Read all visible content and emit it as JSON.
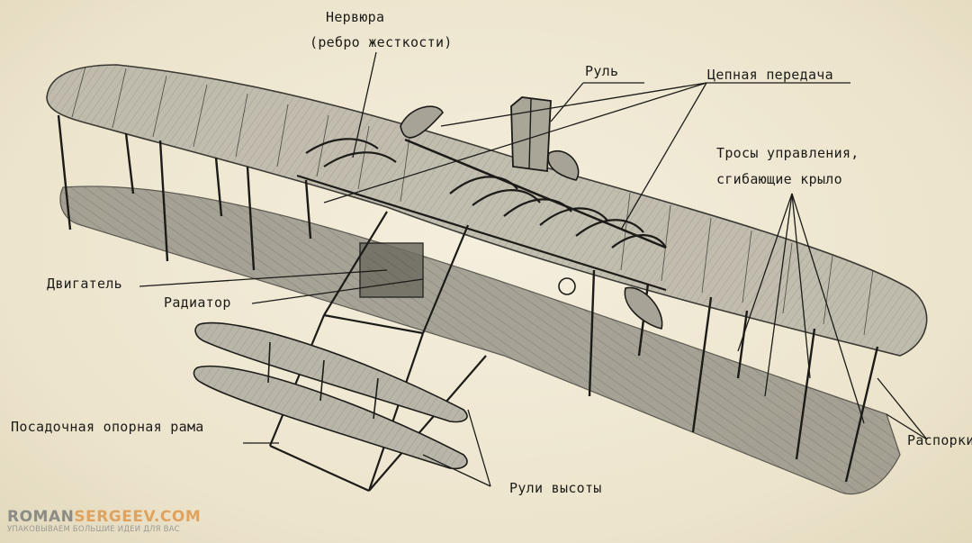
{
  "labels": {
    "rib_line1": "Нервюра",
    "rib_line2": "(ребро жесткости)",
    "rudder": "Руль",
    "chain_drive": "Цепная передача",
    "cables_line1": "Тросы управления,",
    "cables_line2": "сгибающие крыло",
    "engine": "Двигатель",
    "radiator": "Радиатор",
    "landing_frame": "Посадочная опорная рама",
    "elevators": "Рули высоты",
    "strut": "Распорки"
  },
  "watermark": {
    "brand_part1": "ROMAN",
    "brand_part2": "SERGEEV.COM",
    "tagline": "УПАКОВЫВАЕМ БОЛЬШИЕ ИДЕИ ДЛЯ ВАС"
  },
  "colors": {
    "background": "#efe9d6",
    "ink": "#1c1b18",
    "wing_fill": "#b9b5a8",
    "shadow_fill": "#8d8a80",
    "brand_gray": "#8c8c86",
    "brand_orange": "#e0a35f"
  }
}
